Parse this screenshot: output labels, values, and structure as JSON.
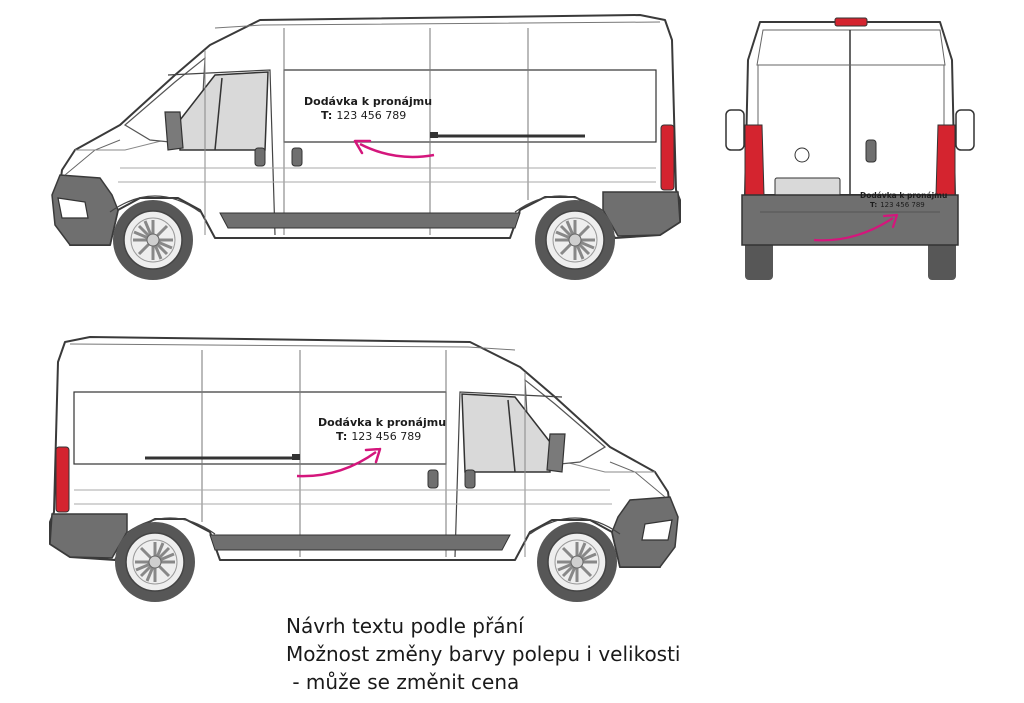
{
  "colors": {
    "body": "#ffffff",
    "outline": "#3a3a3a",
    "trim": "#6f6f6f",
    "glass": "#d9d9d9",
    "taillight": "#d4242f",
    "arrow": "#d4167c",
    "tire": "#575757"
  },
  "sticker": {
    "title": "Dodávka k pronájmu",
    "phone_label": "T:",
    "phone_number": "123 456 789"
  },
  "caption": {
    "line1": "Návrh textu podle přání",
    "line2": "Možnost změny barvy polepu i velikosti",
    "line3": " - může se změnit cena"
  },
  "views": [
    "left-side-view",
    "rear-view",
    "right-side-view"
  ]
}
